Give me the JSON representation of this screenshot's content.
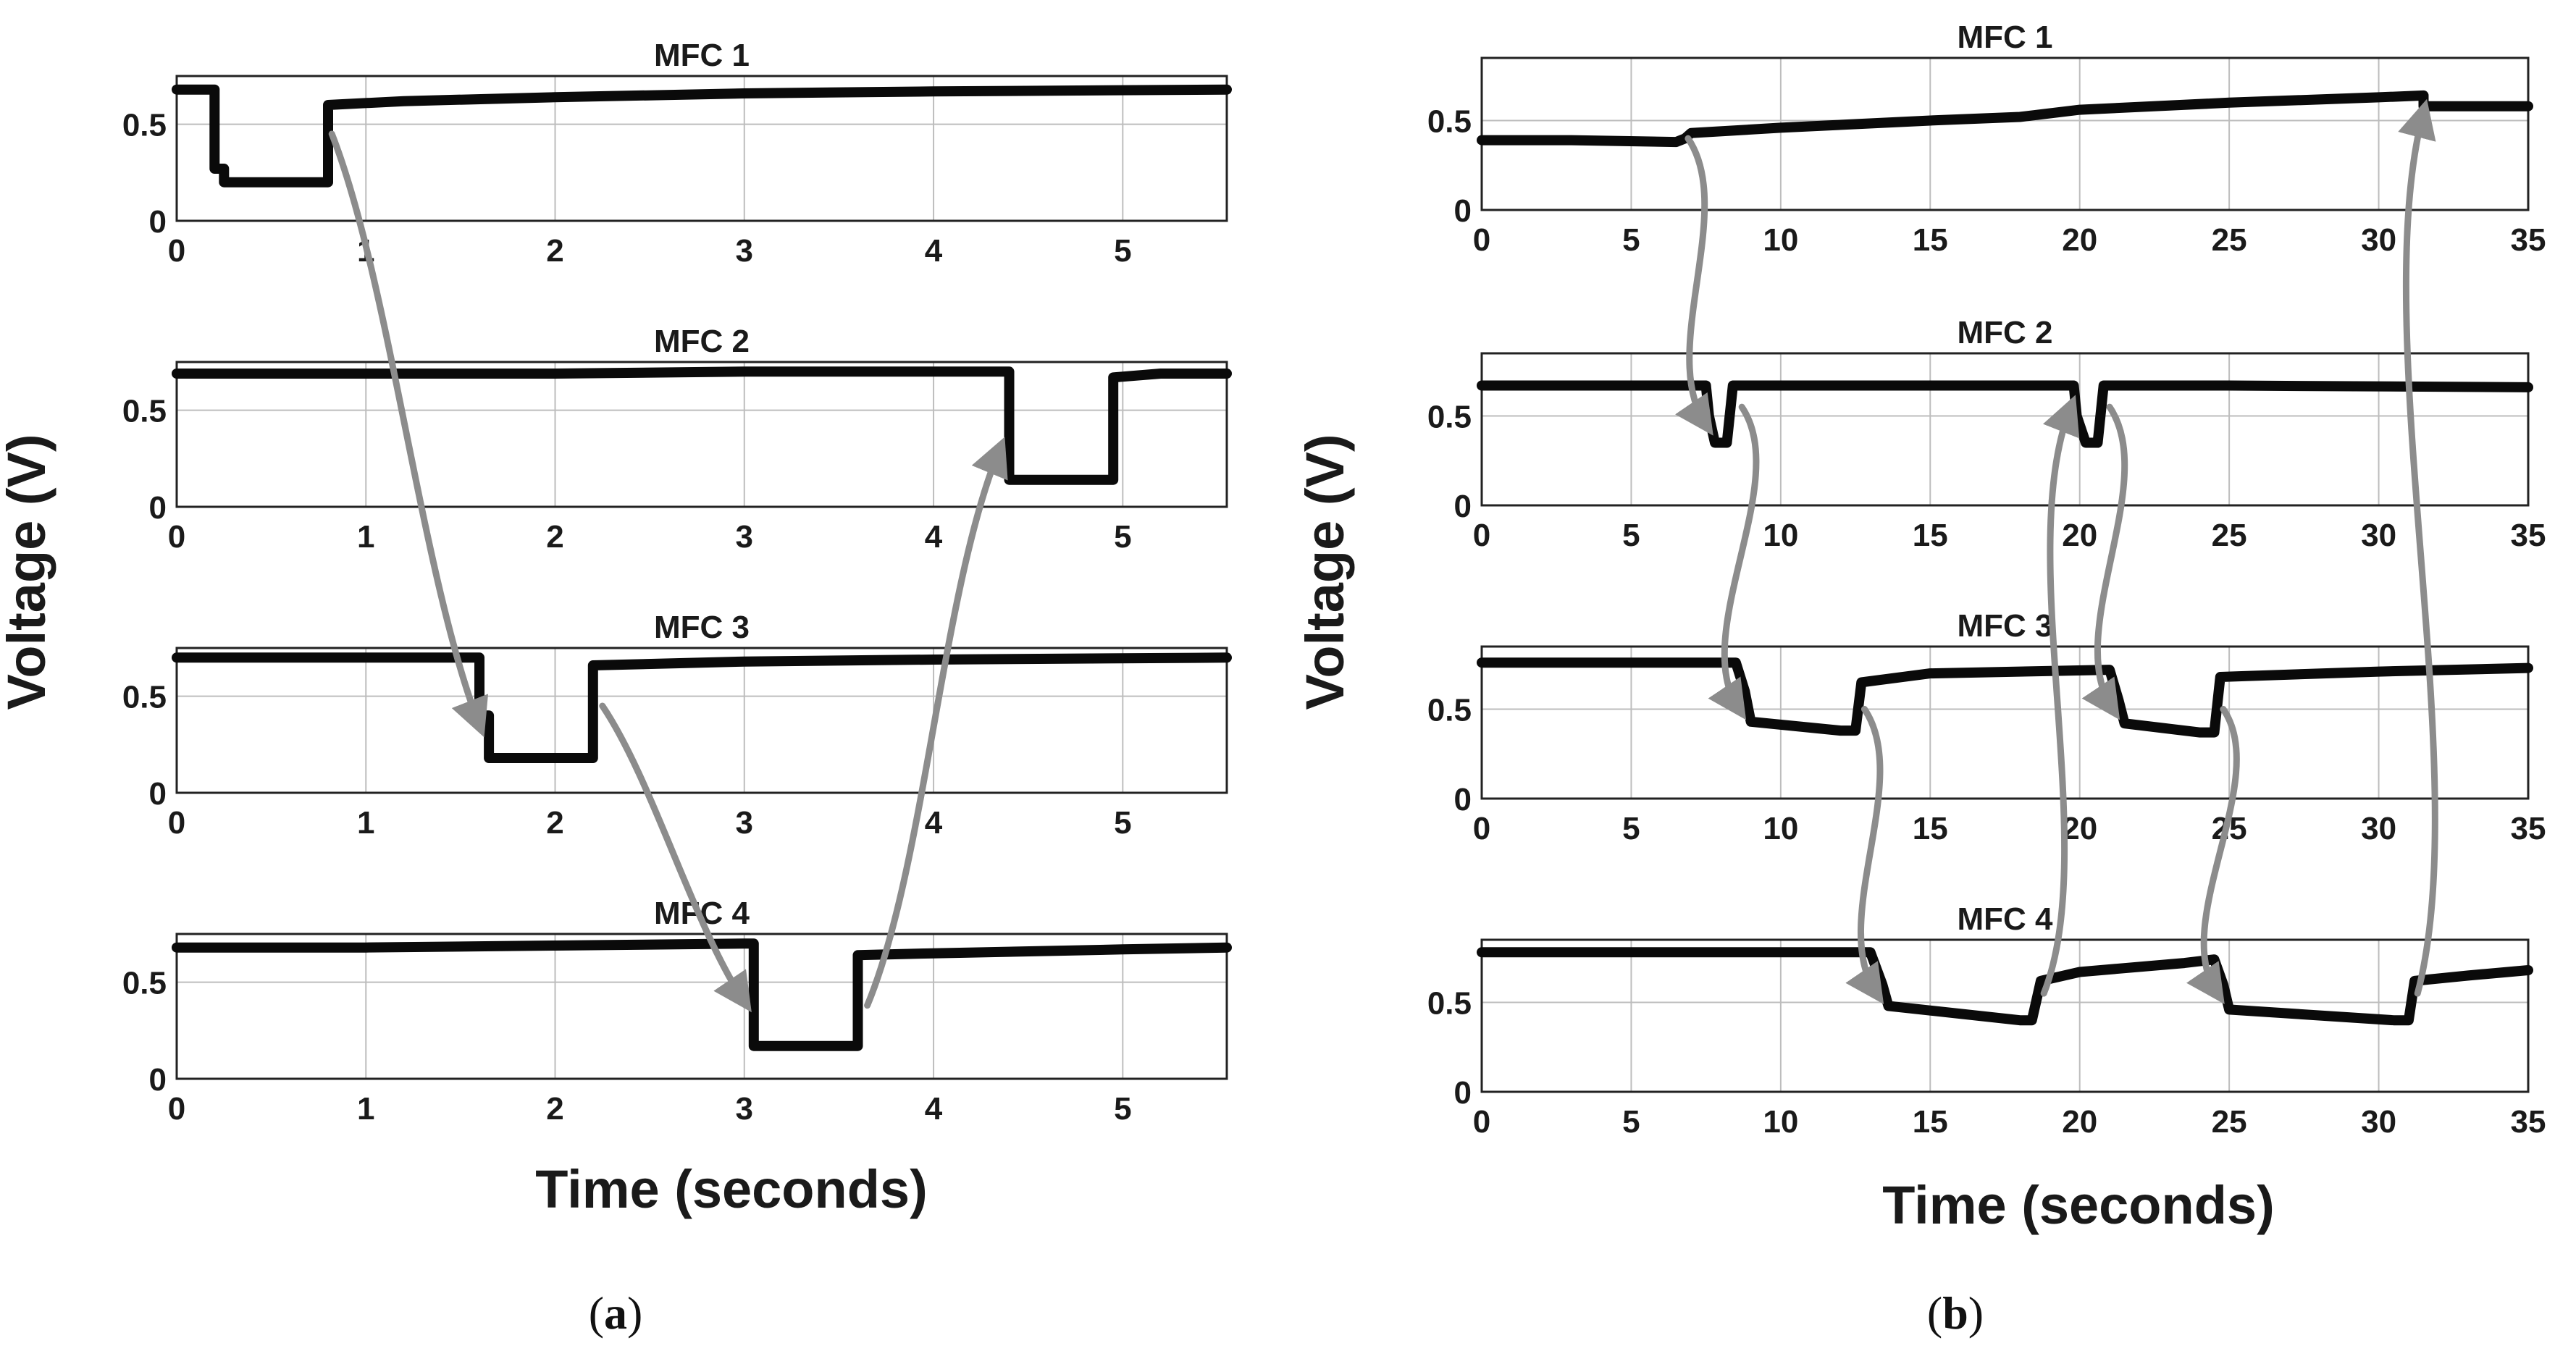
{
  "panel_labels": [
    {
      "prefix": "(",
      "letter": "a",
      "suffix": ")"
    },
    {
      "prefix": "(",
      "letter": "b",
      "suffix": ")"
    }
  ],
  "colors": {
    "line": "#0a0a0a",
    "arrow": "#8c8c8c",
    "grid": "#bdbdbd"
  },
  "chart_data": [
    {
      "type": "line",
      "panel": "a",
      "ylabel": "Voltage (V)",
      "xlabel": "Time (seconds)",
      "xlim": [
        0,
        5.55
      ],
      "ylim": [
        0,
        0.75
      ],
      "xticks": [
        0,
        1,
        2,
        3,
        4,
        5
      ],
      "yticks": [
        {
          "v": 0,
          "label": "0"
        },
        {
          "v": 0.5,
          "label": "0.5"
        }
      ],
      "grid": true,
      "subplots": [
        {
          "title": "MFC 1",
          "x": [
            0,
            0.2,
            0.2,
            0.25,
            0.25,
            0.8,
            0.8,
            1.2,
            2.0,
            3.0,
            4.0,
            5.55
          ],
          "y": [
            0.68,
            0.68,
            0.27,
            0.27,
            0.2,
            0.2,
            0.6,
            0.62,
            0.64,
            0.66,
            0.67,
            0.68
          ]
        },
        {
          "title": "MFC 2",
          "x": [
            0,
            1.0,
            2.0,
            3.0,
            4.0,
            4.4,
            4.4,
            4.95,
            4.95,
            5.2,
            5.55
          ],
          "y": [
            0.69,
            0.69,
            0.69,
            0.7,
            0.7,
            0.7,
            0.14,
            0.14,
            0.67,
            0.69,
            0.69
          ]
        },
        {
          "title": "MFC 3",
          "x": [
            0,
            1.0,
            1.6,
            1.6,
            1.65,
            1.65,
            2.2,
            2.2,
            3.0,
            4.0,
            5.55
          ],
          "y": [
            0.7,
            0.7,
            0.7,
            0.4,
            0.4,
            0.18,
            0.18,
            0.66,
            0.68,
            0.69,
            0.7
          ]
        },
        {
          "title": "MFC 4",
          "x": [
            0,
            1.0,
            2.0,
            3.0,
            3.05,
            3.05,
            3.6,
            3.6,
            4.0,
            5.0,
            5.55
          ],
          "y": [
            0.68,
            0.68,
            0.69,
            0.7,
            0.7,
            0.17,
            0.17,
            0.64,
            0.65,
            0.67,
            0.68
          ]
        }
      ],
      "arrows": [
        {
          "from": {
            "plot": 0,
            "x": 0.82,
            "y": 0.45
          },
          "to": {
            "plot": 2,
            "x": 1.6,
            "y": 0.35
          }
        },
        {
          "from": {
            "plot": 2,
            "x": 2.25,
            "y": 0.45
          },
          "to": {
            "plot": 3,
            "x": 3.0,
            "y": 0.4
          }
        },
        {
          "from": {
            "plot": 3,
            "x": 3.65,
            "y": 0.38
          },
          "to": {
            "plot": 1,
            "x": 4.35,
            "y": 0.3
          }
        }
      ]
    },
    {
      "type": "line",
      "panel": "b",
      "ylabel": "Voltage (V)",
      "xlabel": "Time (seconds)",
      "xlim": [
        0,
        35
      ],
      "ylim": [
        0,
        0.85
      ],
      "xticks": [
        0,
        5,
        10,
        15,
        20,
        25,
        30,
        35
      ],
      "yticks": [
        {
          "v": 0,
          "label": "0"
        },
        {
          "v": 0.5,
          "label": "0.5"
        }
      ],
      "grid": true,
      "subplots": [
        {
          "title": "MFC 1",
          "x": [
            0,
            3,
            6.5,
            6.8,
            7.0,
            10,
            15,
            18,
            20,
            25,
            30,
            31.5,
            31.5,
            35
          ],
          "y": [
            0.39,
            0.39,
            0.38,
            0.4,
            0.43,
            0.46,
            0.5,
            0.52,
            0.56,
            0.6,
            0.63,
            0.64,
            0.58,
            0.58
          ]
        },
        {
          "title": "MFC 2",
          "x": [
            0,
            7.5,
            7.6,
            7.8,
            8.2,
            8.4,
            10,
            19.8,
            19.9,
            20.2,
            20.6,
            20.8,
            25,
            35
          ],
          "y": [
            0.67,
            0.67,
            0.5,
            0.35,
            0.35,
            0.67,
            0.67,
            0.67,
            0.5,
            0.35,
            0.35,
            0.67,
            0.67,
            0.66
          ]
        },
        {
          "title": "MFC 3",
          "x": [
            0,
            8.5,
            8.8,
            9.0,
            12.0,
            12.5,
            12.7,
            15,
            21.0,
            21.3,
            21.5,
            24.0,
            24.5,
            24.7,
            30,
            35
          ],
          "y": [
            0.76,
            0.76,
            0.6,
            0.43,
            0.38,
            0.38,
            0.65,
            0.7,
            0.72,
            0.55,
            0.42,
            0.37,
            0.37,
            0.68,
            0.71,
            0.73
          ]
        },
        {
          "title": "MFC 4",
          "x": [
            0,
            13.0,
            13.4,
            13.6,
            18.0,
            18.4,
            18.7,
            20,
            23.5,
            24.5,
            24.8,
            25.0,
            30.5,
            31.0,
            31.2,
            33,
            35
          ],
          "y": [
            0.78,
            0.78,
            0.6,
            0.48,
            0.4,
            0.4,
            0.62,
            0.67,
            0.72,
            0.74,
            0.6,
            0.46,
            0.4,
            0.4,
            0.62,
            0.65,
            0.68
          ]
        }
      ],
      "arrows": [
        {
          "from": {
            "plot": 0,
            "x": 6.9,
            "y": 0.4
          },
          "to": {
            "plot": 1,
            "x": 7.5,
            "y": 0.45
          }
        },
        {
          "from": {
            "plot": 1,
            "x": 8.7,
            "y": 0.55
          },
          "to": {
            "plot": 2,
            "x": 8.6,
            "y": 0.5
          }
        },
        {
          "from": {
            "plot": 2,
            "x": 12.8,
            "y": 0.5
          },
          "to": {
            "plot": 3,
            "x": 13.2,
            "y": 0.55
          }
        },
        {
          "from": {
            "plot": 3,
            "x": 18.8,
            "y": 0.55
          },
          "to": {
            "plot": 1,
            "x": 19.7,
            "y": 0.55
          }
        },
        {
          "from": {
            "plot": 1,
            "x": 21.0,
            "y": 0.55
          },
          "to": {
            "plot": 2,
            "x": 21.1,
            "y": 0.5
          }
        },
        {
          "from": {
            "plot": 2,
            "x": 24.8,
            "y": 0.5
          },
          "to": {
            "plot": 3,
            "x": 24.6,
            "y": 0.55
          }
        },
        {
          "from": {
            "plot": 3,
            "x": 31.3,
            "y": 0.55
          },
          "to": {
            "plot": 0,
            "x": 31.5,
            "y": 0.55
          }
        }
      ]
    }
  ]
}
